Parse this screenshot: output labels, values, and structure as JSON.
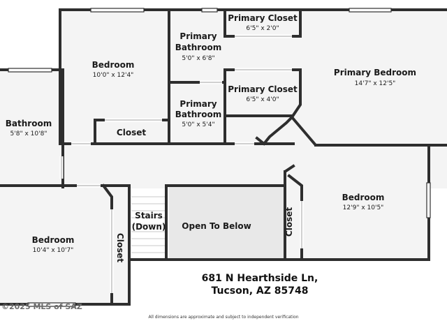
{
  "rooms": {
    "primary_closet_top": {
      "name": "Primary Closet",
      "dims": "6'5\" x 2'0\""
    },
    "primary_bathroom_top": {
      "name_line1": "Primary",
      "name_line2": "Bathroom",
      "dims": "5'0\" x 6'8\""
    },
    "bedroom_top": {
      "name": "Bedroom",
      "dims": "10'0\" x 12'4\""
    },
    "primary_bedroom": {
      "name": "Primary Bedroom",
      "dims": "14'7\" x 12'5\""
    },
    "primary_closet_mid": {
      "name": "Primary Closet",
      "dims": "6'5\" x 4'0\""
    },
    "primary_bathroom_mid": {
      "name_line1": "Primary",
      "name_line2": "Bathroom",
      "dims": "5'0\" x 5'4\""
    },
    "bathroom_left": {
      "name": "Bathroom",
      "dims": "5'8\" x 10'8\""
    },
    "closet_top": {
      "name": "Closet"
    },
    "stairs": {
      "name_line1": "Stairs",
      "name_line2": "(Down)"
    },
    "open_to_below": {
      "name": "Open To Below"
    },
    "bedroom_right": {
      "name": "Bedroom",
      "dims": "12'9\" x 10'5\""
    },
    "closet_right": {
      "name": "Closet"
    },
    "bedroom_left": {
      "name": "Bedroom",
      "dims": "10'4\" x 10'7\""
    },
    "closet_left": {
      "name": "Closet"
    }
  },
  "address": {
    "line1": "681 N Hearthside Ln,",
    "line2": "Tucson, AZ 85748"
  },
  "disclaimer": "All dimensions are approximate and subject to independent verification",
  "watermark": "©2025 MLS of SAZ",
  "colors": {
    "wall": "#2e2e2e",
    "floor": "#f4f4f4",
    "open_below": "#e8e8e8"
  }
}
